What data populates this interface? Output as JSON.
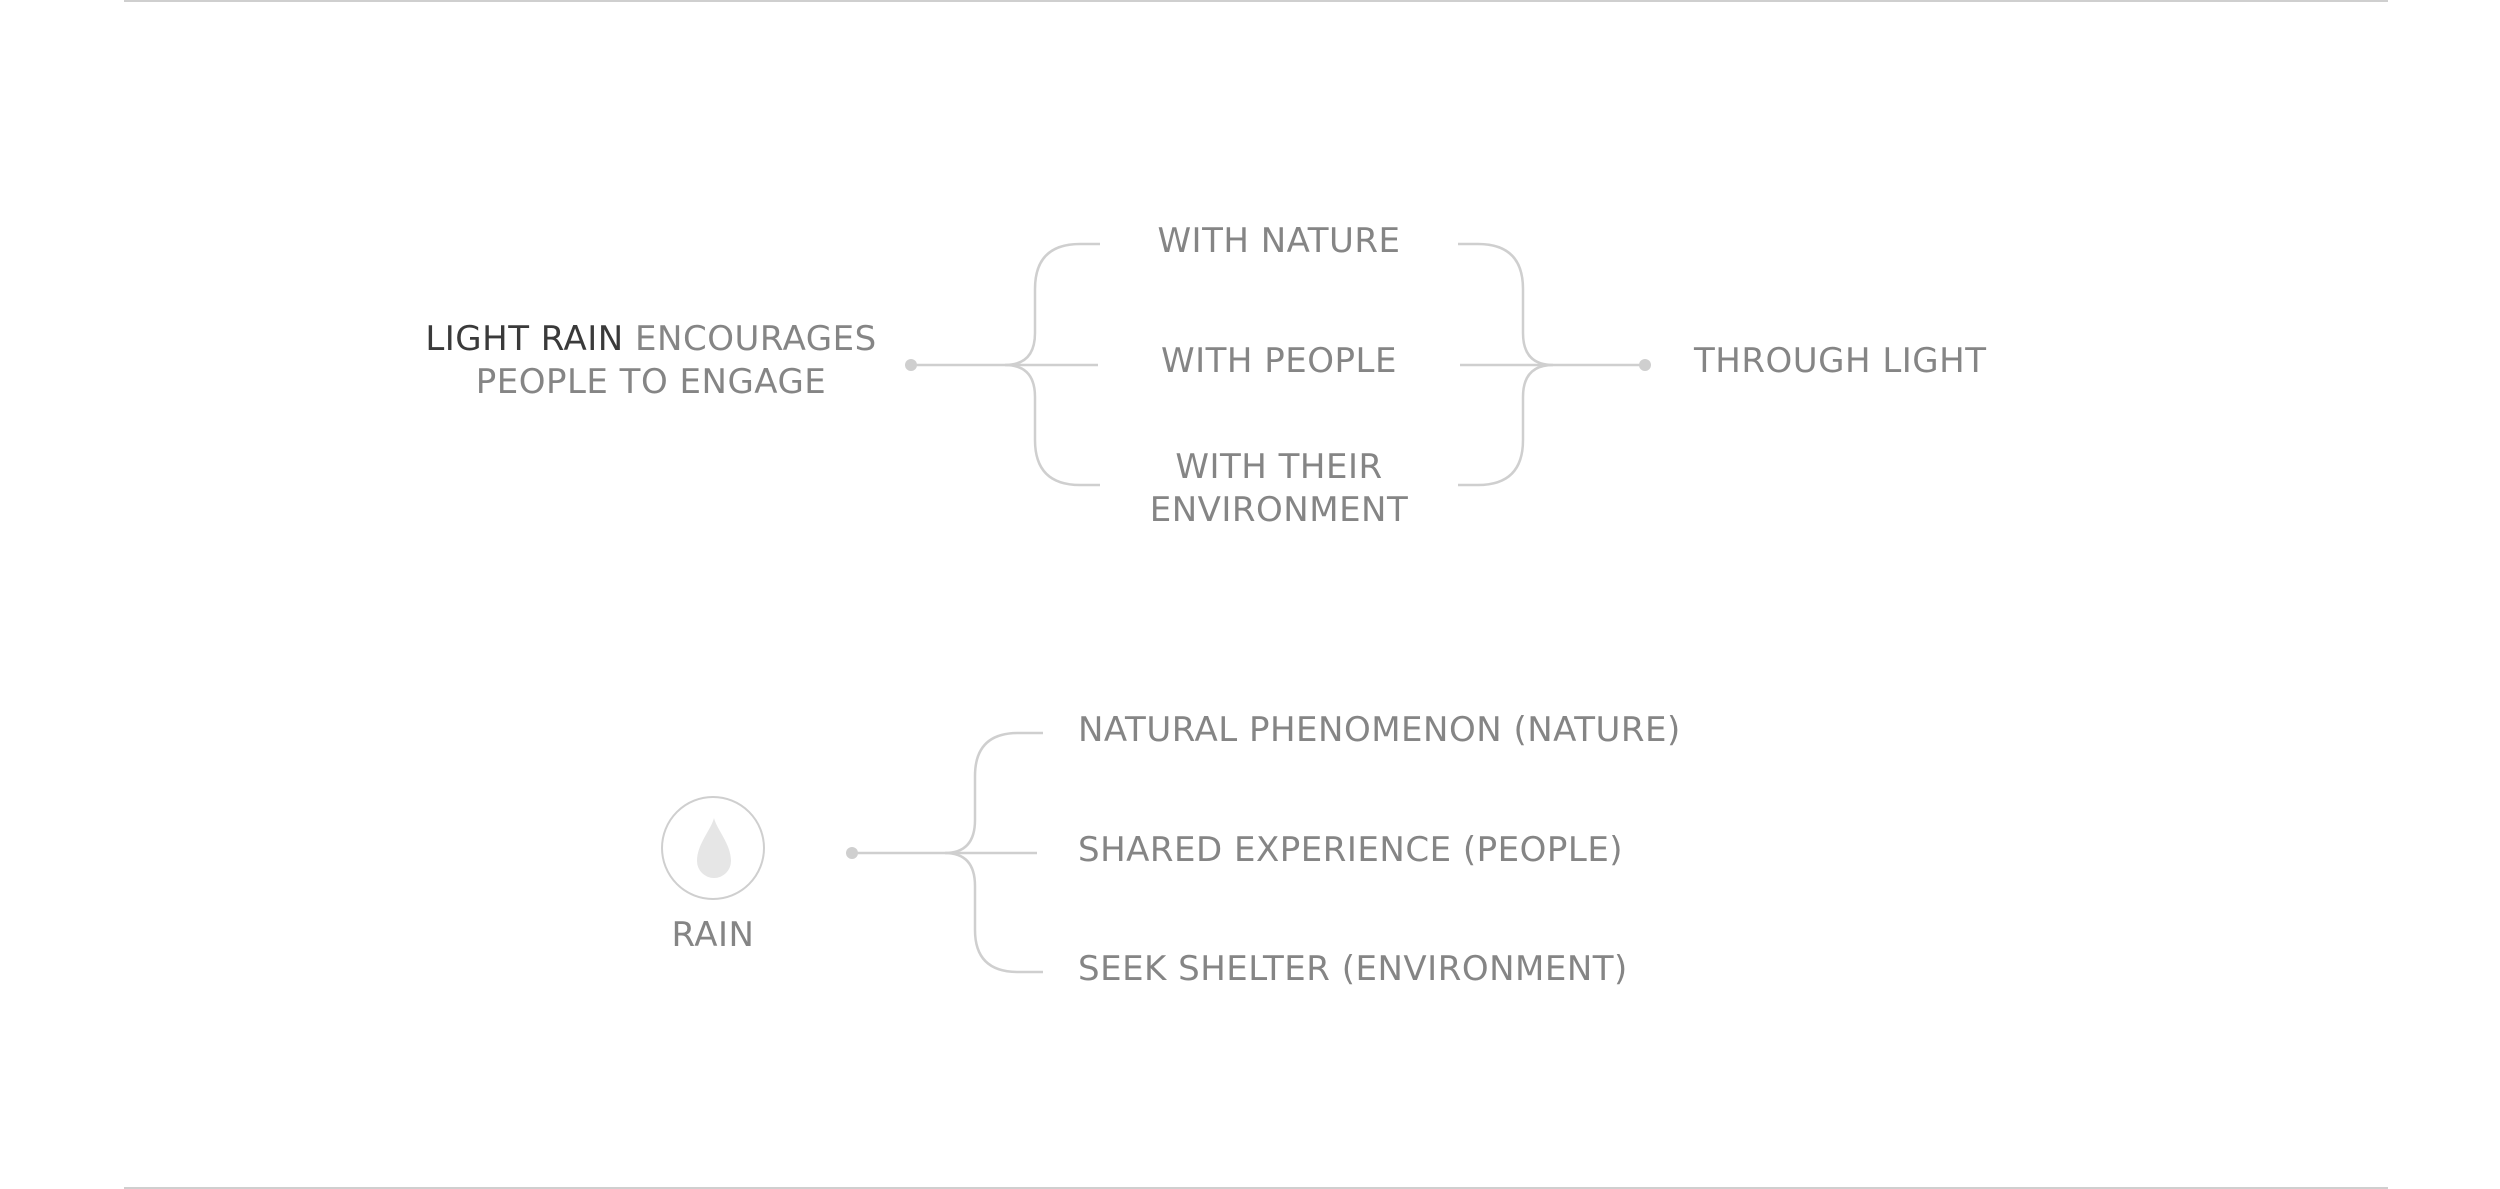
{
  "colors": {
    "text": "#858585",
    "text_emphasis": "#3a3a3a",
    "line": "#cfcfcf",
    "icon_fill": "#e6e6e6"
  },
  "top_diagram": {
    "source": {
      "emphasis": "LIGHT RAIN",
      "rest_line1": " ENCOURAGES",
      "line2": "PEOPLE TO ENGAGE"
    },
    "branches": [
      {
        "lines": [
          "WITH NATURE"
        ]
      },
      {
        "lines": [
          "WITH PEOPLE"
        ]
      },
      {
        "lines": [
          "WITH THEIR",
          "ENVIRONMENT"
        ]
      }
    ],
    "result": "THROUGH LIGHT"
  },
  "bottom_diagram": {
    "source": {
      "icon": "raindrop-icon",
      "label": "RAIN"
    },
    "branches": [
      "NATURAL PHENOMENON (NATURE)",
      "SHARED EXPERIENCE (PEOPLE)",
      "SEEK SHELTER (ENVIRONMENT)"
    ]
  }
}
